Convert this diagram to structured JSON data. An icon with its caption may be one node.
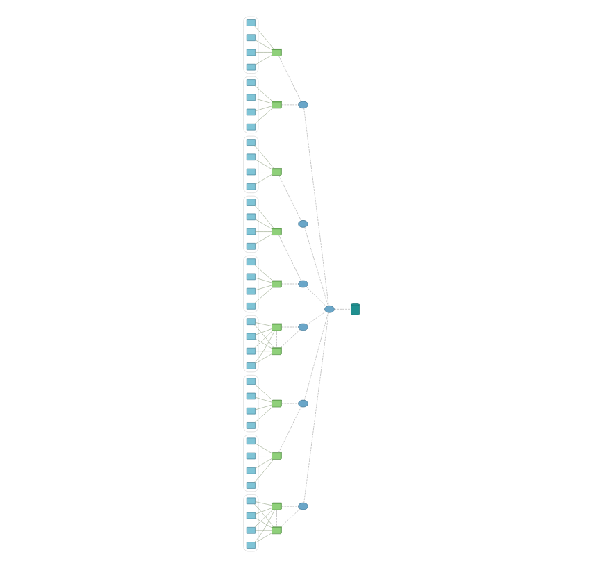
{
  "diagram": {
    "nodes": [
      {
        "text": [],
        "shape": "router"
      },
      {
        "text": [],
        "shape": "server"
      },
      {
        "text": [],
        "shape": "box"
      },
      {
        "text": [],
        "shape": "computer",
        "in": 2
      },
      {
        "text": [],
        "shape": "computer",
        "in": 2
      },
      {
        "text": [],
        "shape": "computer",
        "in": 2
      },
      {
        "text": [],
        "shape": "computer",
        "in": 2
      },
      {
        "text": [],
        "shape": "switch"
      },
      {
        "text": [],
        "shape": "box"
      },
      {
        "text": [],
        "shape": "computer",
        "in": 8
      },
      {
        "text": [],
        "shape": "computer",
        "in": 8
      },
      {
        "text": [],
        "shape": "computer",
        "in": 8
      },
      {
        "text": [],
        "shape": "computer",
        "in": 8
      },
      {
        "text": [],
        "shape": "switch"
      },
      {
        "text": [],
        "shape": "router"
      },
      {
        "text": [],
        "shape": "box"
      },
      {
        "text": [],
        "shape": "computer",
        "in": 15
      },
      {
        "text": [],
        "shape": "computer",
        "in": 15
      },
      {
        "text": [],
        "shape": "computer",
        "in": 15
      },
      {
        "text": [],
        "shape": "computer",
        "in": 15
      },
      {
        "text": [],
        "shape": "switch"
      },
      {
        "text": [],
        "shape": "router"
      },
      {
        "text": [],
        "shape": "box"
      },
      {
        "text": [],
        "shape": "computer",
        "in": 22
      },
      {
        "text": [],
        "shape": "computer",
        "in": 22
      },
      {
        "text": [],
        "shape": "computer",
        "in": 22
      },
      {
        "text": [],
        "shape": "computer",
        "in": 22
      },
      {
        "text": [],
        "shape": "switch"
      },
      {
        "text": [],
        "shape": "box"
      },
      {
        "text": [],
        "shape": "computer",
        "in": 28
      },
      {
        "text": [],
        "shape": "computer",
        "in": 28
      },
      {
        "text": [],
        "shape": "computer",
        "in": 28
      },
      {
        "text": [],
        "shape": "computer",
        "in": 28
      },
      {
        "text": [],
        "shape": "switch"
      },
      {
        "text": [],
        "shape": "router"
      },
      {
        "text": [],
        "shape": "box"
      },
      {
        "text": [],
        "shape": "computer",
        "in": 35
      },
      {
        "text": [],
        "shape": "computer",
        "in": 35
      },
      {
        "text": [],
        "shape": "computer",
        "in": 35
      },
      {
        "text": [],
        "shape": "computer",
        "in": 35
      },
      {
        "text": [],
        "shape": "switch"
      },
      {
        "text": [],
        "shape": "switch"
      },
      {
        "text": [],
        "shape": "router"
      },
      {
        "text": [],
        "shape": "box"
      },
      {
        "text": [],
        "shape": "computer",
        "in": 43
      },
      {
        "text": [],
        "shape": "computer",
        "in": 43
      },
      {
        "text": [],
        "shape": "computer",
        "in": 43
      },
      {
        "text": [],
        "shape": "computer",
        "in": 43
      },
      {
        "text": [],
        "shape": "switch"
      },
      {
        "text": [],
        "shape": "box"
      },
      {
        "text": [],
        "shape": "computer",
        "in": 49
      },
      {
        "text": [],
        "shape": "computer",
        "in": 49
      },
      {
        "text": [],
        "shape": "computer",
        "in": 49
      },
      {
        "text": [],
        "shape": "computer",
        "in": 49
      },
      {
        "text": [],
        "shape": "switch"
      },
      {
        "text": [],
        "shape": "router"
      },
      {
        "text": [],
        "shape": "box"
      },
      {
        "text": [],
        "shape": "computer",
        "in": 56
      },
      {
        "text": [],
        "shape": "computer",
        "in": 56
      },
      {
        "text": [],
        "shape": "computer",
        "in": 56
      },
      {
        "text": [],
        "shape": "computer",
        "in": 56
      },
      {
        "text": [],
        "shape": "switch"
      },
      {
        "text": [],
        "shape": "switch"
      },
      {
        "text": [],
        "shape": "router"
      }
    ],
    "edges": [
      {
        "from": 0,
        "to": 1,
        "arrow": "none",
        "style": "dashed"
      },
      {
        "from": 3,
        "to": 7,
        "arrow": "none"
      },
      {
        "from": 4,
        "to": 7,
        "arrow": "none"
      },
      {
        "from": 5,
        "to": 7,
        "arrow": "none"
      },
      {
        "from": 6,
        "to": 7,
        "arrow": "none"
      },
      {
        "from": 9,
        "to": 13,
        "arrow": "none"
      },
      {
        "from": 10,
        "to": 13,
        "arrow": "none"
      },
      {
        "from": 11,
        "to": 13,
        "arrow": "none"
      },
      {
        "from": 12,
        "to": 13,
        "arrow": "none"
      },
      {
        "from": 7,
        "to": 14,
        "arrow": "none",
        "style": "dashed"
      },
      {
        "from": 13,
        "to": 14,
        "arrow": "none",
        "style": "dashed"
      },
      {
        "from": 14,
        "to": 0,
        "arrow": "none",
        "style": "dashed"
      },
      {
        "from": 16,
        "to": 20,
        "arrow": "none"
      },
      {
        "from": 17,
        "to": 20,
        "arrow": "none"
      },
      {
        "from": 18,
        "to": 20,
        "arrow": "none"
      },
      {
        "from": 19,
        "to": 20,
        "arrow": "none"
      },
      {
        "from": 20,
        "to": 21,
        "arrow": "none",
        "style": "dashed"
      },
      {
        "from": 21,
        "to": 0,
        "arrow": "none",
        "style": "dashed"
      },
      {
        "from": 23,
        "to": 27,
        "arrow": "none"
      },
      {
        "from": 24,
        "to": 27,
        "arrow": "none"
      },
      {
        "from": 25,
        "to": 27,
        "arrow": "none"
      },
      {
        "from": 26,
        "to": 27,
        "arrow": "none"
      },
      {
        "from": 29,
        "to": 33,
        "arrow": "none"
      },
      {
        "from": 30,
        "to": 33,
        "arrow": "none"
      },
      {
        "from": 31,
        "to": 33,
        "arrow": "none"
      },
      {
        "from": 32,
        "to": 33,
        "arrow": "none"
      },
      {
        "from": 27,
        "to": 34,
        "arrow": "none",
        "style": "dashed"
      },
      {
        "from": 33,
        "to": 34,
        "arrow": "none",
        "style": "dashed"
      },
      {
        "from": 34,
        "to": 0,
        "arrow": "none",
        "style": "dashed"
      },
      {
        "from": 36,
        "to": 40,
        "arrow": "none"
      },
      {
        "from": 37,
        "to": 40,
        "arrow": "none"
      },
      {
        "from": 38,
        "to": 40,
        "arrow": "none"
      },
      {
        "from": 39,
        "to": 40,
        "arrow": "none"
      },
      {
        "from": 36,
        "to": 41,
        "arrow": "none"
      },
      {
        "from": 37,
        "to": 41,
        "arrow": "none"
      },
      {
        "from": 38,
        "to": 41,
        "arrow": "none"
      },
      {
        "from": 39,
        "to": 41,
        "arrow": "none"
      },
      {
        "from": 40,
        "to": 41,
        "arrow": "none",
        "style": "dashed"
      },
      {
        "from": 40,
        "to": 42,
        "arrow": "none",
        "style": "dashed"
      },
      {
        "from": 41,
        "to": 42,
        "arrow": "none",
        "style": "dashed"
      },
      {
        "from": 42,
        "to": 0,
        "arrow": "none",
        "style": "dashed"
      },
      {
        "from": 44,
        "to": 48,
        "arrow": "none"
      },
      {
        "from": 45,
        "to": 48,
        "arrow": "none"
      },
      {
        "from": 46,
        "to": 48,
        "arrow": "none"
      },
      {
        "from": 47,
        "to": 48,
        "arrow": "none"
      },
      {
        "from": 50,
        "to": 54,
        "arrow": "none"
      },
      {
        "from": 51,
        "to": 54,
        "arrow": "none"
      },
      {
        "from": 52,
        "to": 54,
        "arrow": "none"
      },
      {
        "from": 53,
        "to": 54,
        "arrow": "none"
      },
      {
        "from": 48,
        "to": 55,
        "arrow": "none",
        "style": "dashed"
      },
      {
        "from": 54,
        "to": 55,
        "arrow": "none",
        "style": "dashed"
      },
      {
        "from": 55,
        "to": 0,
        "arrow": "none",
        "style": "dashed"
      },
      {
        "from": 57,
        "to": 61,
        "arrow": "none"
      },
      {
        "from": 58,
        "to": 61,
        "arrow": "none"
      },
      {
        "from": 59,
        "to": 61,
        "arrow": "none"
      },
      {
        "from": 60,
        "to": 61,
        "arrow": "none"
      },
      {
        "from": 57,
        "to": 62,
        "arrow": "none"
      },
      {
        "from": 58,
        "to": 62,
        "arrow": "none"
      },
      {
        "from": 59,
        "to": 62,
        "arrow": "none"
      },
      {
        "from": 60,
        "to": 62,
        "arrow": "none"
      },
      {
        "from": 61,
        "to": 62,
        "arrow": "none",
        "style": "dashed"
      },
      {
        "from": 61,
        "to": 63,
        "arrow": "none",
        "style": "dashed"
      },
      {
        "from": 62,
        "to": 63,
        "arrow": "none",
        "style": "dashed"
      },
      {
        "from": 63,
        "to": 0,
        "arrow": "none",
        "style": "dashed"
      }
    ]
  }
}
